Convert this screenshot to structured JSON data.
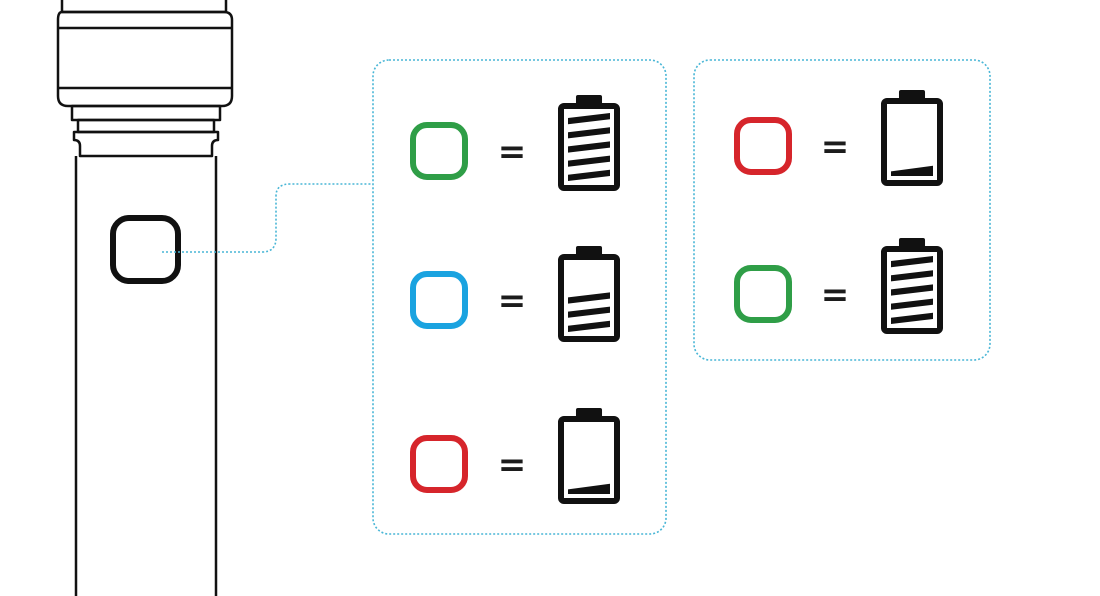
{
  "colors": {
    "outline": "#111111",
    "callout": "#49b6d6",
    "green": "#2f9e47",
    "blue": "#1aa3e0",
    "red": "#d6252b"
  },
  "device": {
    "button_icon": "square-button-icon"
  },
  "panels": [
    {
      "rows": [
        {
          "light_color": "green",
          "equals": "=",
          "battery_level": 1.0
        },
        {
          "light_color": "blue",
          "equals": "=",
          "battery_level": 0.6
        },
        {
          "light_color": "red",
          "equals": "=",
          "battery_level": 0.15
        }
      ]
    },
    {
      "rows": [
        {
          "light_color": "red",
          "equals": "=",
          "battery_level": 0.15
        },
        {
          "light_color": "green",
          "equals": "=",
          "battery_level": 1.0
        }
      ]
    }
  ]
}
